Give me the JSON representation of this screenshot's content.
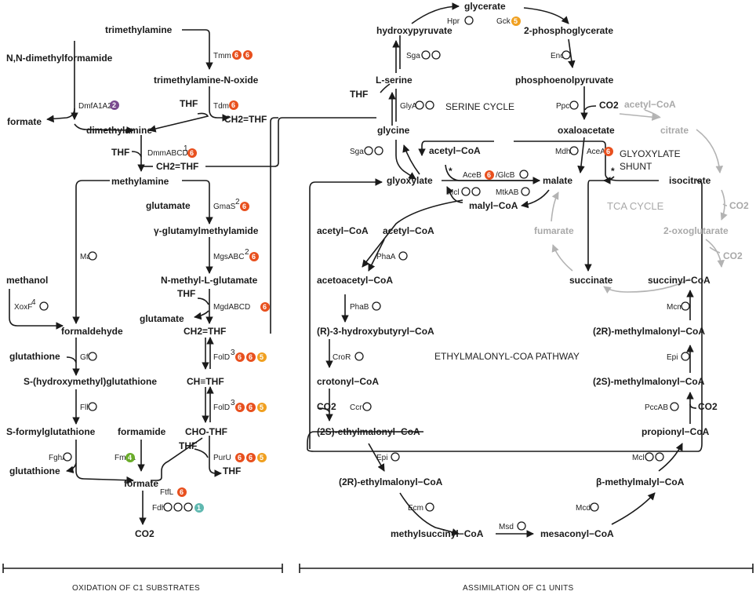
{
  "metabolites": [
    {
      "id": "trimethylamine",
      "text": "trimethylamine"
    },
    {
      "id": "nn-dimethylformamide",
      "text": "N,N-dimethylformamide"
    },
    {
      "id": "trimethylamine-n-oxide",
      "text": "trimethylamine-N-oxide"
    },
    {
      "id": "thf-1",
      "text": "THF"
    },
    {
      "id": "formate-1",
      "text": "formate"
    },
    {
      "id": "ch2thf-1",
      "text": "CH2=THF"
    },
    {
      "id": "dimethylamine",
      "text": "dimethylamine"
    },
    {
      "id": "thf-2",
      "text": "THF"
    },
    {
      "id": "ch2thf-2",
      "text": "CH2=THF"
    },
    {
      "id": "methylamine",
      "text": "methylamine"
    },
    {
      "id": "glutamate-1",
      "text": "glutamate"
    },
    {
      "id": "gamma-glutamylmethylamide",
      "text": "γ-glutamylmethylamide"
    },
    {
      "id": "methanol",
      "text": "methanol"
    },
    {
      "id": "n-methyl-l-glutamate",
      "text": "N-methyl-L-glutamate"
    },
    {
      "id": "thf-3",
      "text": "THF"
    },
    {
      "id": "glutamate-2",
      "text": "glutamate"
    },
    {
      "id": "formaldehyde",
      "text": "formaldehyde"
    },
    {
      "id": "ch2thf-3",
      "text": "CH2=THF"
    },
    {
      "id": "glutathione-1",
      "text": "glutathione"
    },
    {
      "id": "s-hydroxymethyl-glutathione",
      "text": "S-(hydroxymethyl)glutathione"
    },
    {
      "id": "ch-thf",
      "text": "CH≡THF"
    },
    {
      "id": "s-formylglutathione",
      "text": "S-formylglutathione"
    },
    {
      "id": "formamide",
      "text": "formamide"
    },
    {
      "id": "cho-thf",
      "text": "CHO-THF"
    },
    {
      "id": "glutathione-2",
      "text": "glutathione"
    },
    {
      "id": "thf-4",
      "text": "THF"
    },
    {
      "id": "thf-5",
      "text": "THF"
    },
    {
      "id": "formate-2",
      "text": "formate"
    },
    {
      "id": "co2-1",
      "text": "CO2"
    },
    {
      "id": "glycerate",
      "text": "glycerate"
    },
    {
      "id": "hydroxypyruvate",
      "text": "hydroxypyruvate"
    },
    {
      "id": "2-phosphoglycerate",
      "text": "2-phosphoglycerate"
    },
    {
      "id": "l-serine",
      "text": "L-serine"
    },
    {
      "id": "phosphoenolpyruvate",
      "text": "phosphoenolpyruvate"
    },
    {
      "id": "thf-6",
      "text": "THF"
    },
    {
      "id": "co2-2",
      "text": "CO2"
    },
    {
      "id": "glycine",
      "text": "glycine"
    },
    {
      "id": "oxaloacetate",
      "text": "oxaloacetate"
    },
    {
      "id": "acetyl-coa-1",
      "text": "acetyl−CoA"
    },
    {
      "id": "glyoxylate",
      "text": "glyoxylate"
    },
    {
      "id": "malate",
      "text": "malate"
    },
    {
      "id": "isocitrate",
      "text": "isocitrate"
    },
    {
      "id": "malyl-coa",
      "text": "malyl−CoA"
    },
    {
      "id": "acetyl-coa-2",
      "text": "acetyl−CoA"
    },
    {
      "id": "acetyl-coa-3",
      "text": "acetyl−CoA"
    },
    {
      "id": "acetoacetyl-coa",
      "text": "acetoacetyl−CoA"
    },
    {
      "id": "r-3-hydroxybutyryl-coa",
      "text": "(R)-3-hydroxybutyryl−CoA"
    },
    {
      "id": "crotonyl-coa",
      "text": "crotonyl−CoA"
    },
    {
      "id": "co2-3",
      "text": "CO2"
    },
    {
      "id": "2s-ethylmalonyl-coa",
      "text": "(2S)-ethylmalonyl−CoA"
    },
    {
      "id": "2r-ethylmalonyl-coa",
      "text": "(2R)-ethylmalonyl−CoA"
    },
    {
      "id": "methylsuccinyl-coa",
      "text": "methylsuccinyl−CoA"
    },
    {
      "id": "mesaconyl-coa",
      "text": "mesaconyl−CoA"
    },
    {
      "id": "succinate",
      "text": "succinate"
    },
    {
      "id": "succinyl-coa",
      "text": "succinyl−CoA"
    },
    {
      "id": "2r-methylmalonyl-coa",
      "text": "(2R)-methylmalonyl−CoA"
    },
    {
      "id": "2s-methylmalonyl-coa",
      "text": "(2S)-methylmalonyl−CoA"
    },
    {
      "id": "co2-4",
      "text": "CO2"
    },
    {
      "id": "propionyl-coa",
      "text": "propionyl−CoA"
    },
    {
      "id": "beta-methylmalyl-coa",
      "text": "β-methylmalyl−CoA"
    },
    {
      "id": "acetyl-coa-tca",
      "text": "acetyl−CoA"
    },
    {
      "id": "citrate",
      "text": "citrate"
    },
    {
      "id": "co2-tca-1",
      "text": "CO2"
    },
    {
      "id": "2-oxoglutarate",
      "text": "2-oxoglutarate"
    },
    {
      "id": "fumarate",
      "text": "fumarate"
    },
    {
      "id": "co2-tca-2",
      "text": "CO2"
    }
  ],
  "enzymes": [
    {
      "id": "tmm",
      "text": "Tmm"
    },
    {
      "id": "dmfa1a2",
      "text": "DmfA1A2"
    },
    {
      "id": "tdm",
      "text": "Tdm"
    },
    {
      "id": "dmmabcd",
      "text": "DmmABCD"
    },
    {
      "id": "gmas",
      "text": "GmaS"
    },
    {
      "id": "mau",
      "text": "Mau"
    },
    {
      "id": "mgsabc",
      "text": "MgsABC"
    },
    {
      "id": "mgdabcd",
      "text": "MgdABCD"
    },
    {
      "id": "xoxf",
      "text": "XoxF"
    },
    {
      "id": "gfa",
      "text": "Gfa"
    },
    {
      "id": "fold-1",
      "text": "FolD"
    },
    {
      "id": "flha",
      "text": "FlhA"
    },
    {
      "id": "fold-2",
      "text": "FolD"
    },
    {
      "id": "fgha",
      "text": "FghA"
    },
    {
      "id": "fmda",
      "text": "FmdA"
    },
    {
      "id": "puru",
      "text": "PurU"
    },
    {
      "id": "ftfl",
      "text": "FtfL"
    },
    {
      "id": "fdh",
      "text": "Fdh"
    },
    {
      "id": "hpr",
      "text": "Hpr"
    },
    {
      "id": "gck",
      "text": "Gck"
    },
    {
      "id": "sga-1",
      "text": "Sga"
    },
    {
      "id": "eno",
      "text": "Eno"
    },
    {
      "id": "glya",
      "text": "GlyA"
    },
    {
      "id": "ppc",
      "text": "Ppc"
    },
    {
      "id": "sga-2",
      "text": "Sga"
    },
    {
      "id": "mdh",
      "text": "Mdh"
    },
    {
      "id": "acea",
      "text": "AceA"
    },
    {
      "id": "aceb",
      "text": "AceB"
    },
    {
      "id": "glcb",
      "text": "/GlcB"
    },
    {
      "id": "mcl-1",
      "text": "Mcl"
    },
    {
      "id": "mtkab",
      "text": "MtkAB"
    },
    {
      "id": "phaa",
      "text": "PhaA"
    },
    {
      "id": "phab",
      "text": "PhaB"
    },
    {
      "id": "cror",
      "text": "CroR"
    },
    {
      "id": "ccr",
      "text": "Ccr"
    },
    {
      "id": "epi-1",
      "text": "Epi"
    },
    {
      "id": "ecm",
      "text": "Ecm"
    },
    {
      "id": "msd",
      "text": "Msd"
    },
    {
      "id": "mcd",
      "text": "Mcd"
    },
    {
      "id": "mcl-2",
      "text": "Mcl"
    },
    {
      "id": "pccab",
      "text": "PccAB"
    },
    {
      "id": "epi-2",
      "text": "Epi"
    },
    {
      "id": "mcm",
      "text": "Mcm"
    }
  ],
  "superscripts": [
    "1",
    "2",
    "2",
    "3",
    "3",
    "4"
  ],
  "badges": [
    "6",
    "6",
    "2",
    "6",
    "6",
    "6",
    "6",
    "6",
    "4",
    "6",
    "6",
    "5",
    "6",
    "6",
    "5",
    "6",
    "6",
    "5",
    "6",
    "1",
    "5",
    "6",
    "6",
    "6"
  ],
  "cycles": {
    "serine": "SERINE CYCLE",
    "glyoxylate_shunt_1": "GLYOXYLATE",
    "glyoxylate_shunt_2": "SHUNT",
    "tca": "TCA CYCLE",
    "emc": "ETHYLMALONYL-COA PATHWAY"
  },
  "asterisks": [
    "*",
    "*"
  ],
  "sections": {
    "left": "OXIDATION OF C1 SUBSTRATES",
    "right": "ASSIMILATION OF C1 UNITS"
  },
  "colors": {
    "badge_red": "#e8501e",
    "badge_orange": "#f0a020",
    "badge_purple": "#7a4a8e",
    "badge_green": "#6aac2a",
    "badge_teal": "#5fb8b0",
    "tca_grey": "#a9a9a9"
  }
}
